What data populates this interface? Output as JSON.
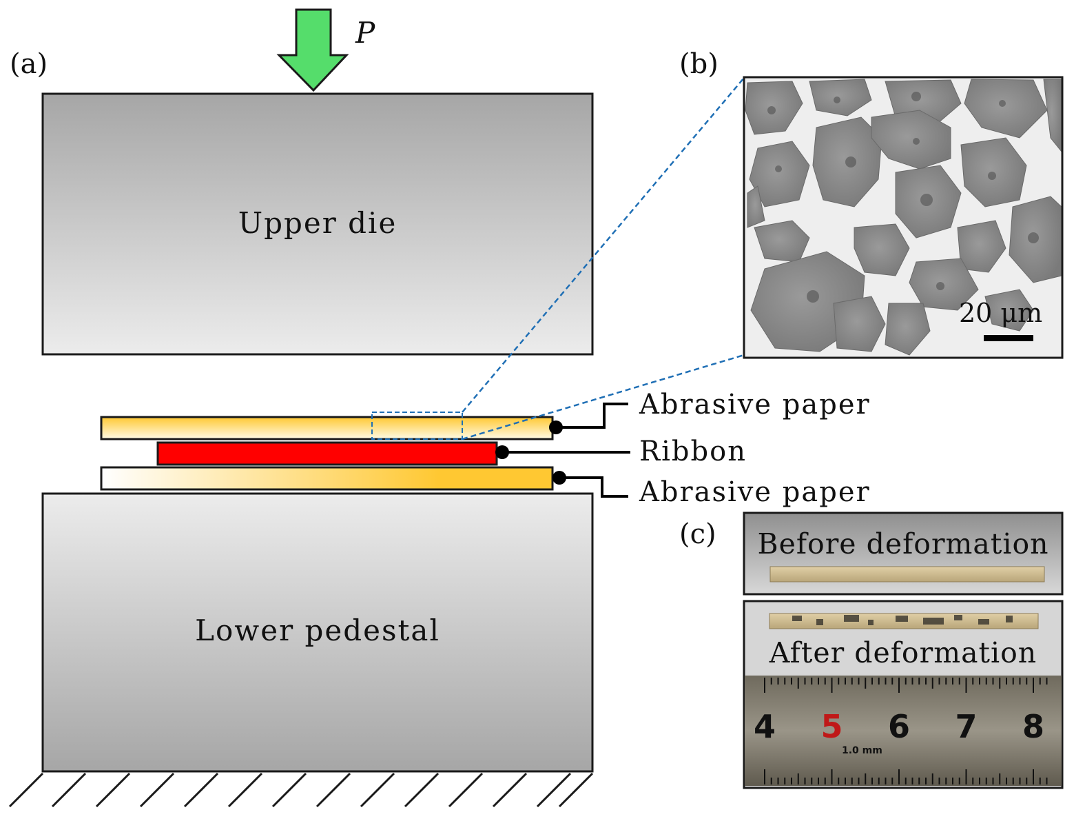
{
  "panels": {
    "a": "(a)",
    "b": "(b)",
    "c": "(c)"
  },
  "load": {
    "label": "P",
    "arrow_color": "#55dd6b"
  },
  "blocks": {
    "upper": "Upper die",
    "lower": "Lower pedestal",
    "block_gradient": [
      "#a8a8a8",
      "#ececec"
    ]
  },
  "layers": {
    "top_abrasive": "Abrasive paper",
    "ribbon": "Ribbon",
    "bottom_abrasive": "Abrasive paper",
    "ribbon_color": "#ff0000",
    "abrasive_colors": [
      "#ffffff",
      "#ffc832"
    ]
  },
  "micrograph": {
    "scale_bar": "20 μm"
  },
  "photos": {
    "before": "Before deformation",
    "after": "After deformation",
    "ruler_numbers": [
      "4",
      "5",
      "6",
      "7",
      "8"
    ],
    "ruler_unit": "1.0 mm"
  },
  "colors": {
    "zoom_lines": "#1f6fb5"
  }
}
